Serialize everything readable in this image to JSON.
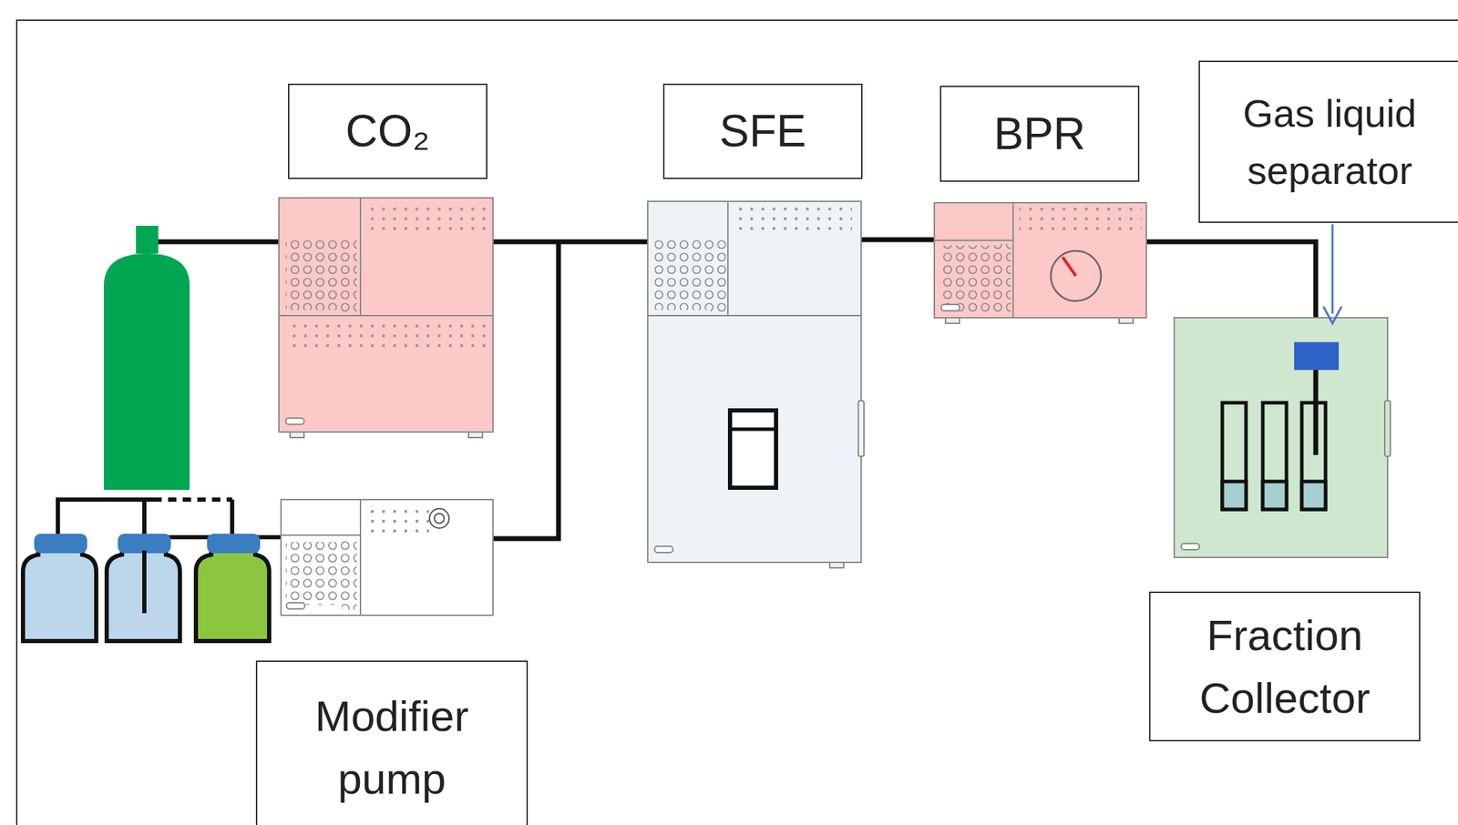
{
  "diagram": {
    "nodes": [
      {
        "text": [
          "CO₂"
        ]
      },
      {
        "text": [
          "SFE"
        ]
      },
      {
        "text": [
          "BPR"
        ]
      },
      {
        "text": [
          "Gas liquid separator"
        ]
      },
      {
        "text": [
          "Fraction Collector"
        ]
      },
      {
        "text": [
          "Modifier pump"
        ]
      }
    ]
  }
}
